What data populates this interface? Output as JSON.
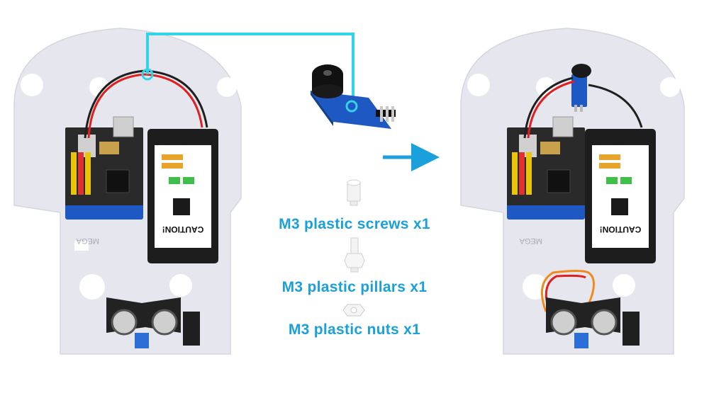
{
  "colors": {
    "accent": "#1aa0db",
    "connector_line": "#34d3e8",
    "chassis": "#e6e6ee",
    "board_blue": "#1e58c2",
    "board_dark": "#2a2a2a",
    "battery_box": "#1d1d1d",
    "wire_red": "#e02020",
    "wire_black": "#202020",
    "wire_orange": "#f08a1e"
  },
  "parts": {
    "screws": "M3 plastic screws x1",
    "pillars": "M3 plastic pillars x1",
    "nuts": "M3 plastic nuts x1"
  },
  "board_printing": {
    "caution": "CAUTION!",
    "mega": "MEGA"
  },
  "icons": {
    "arrow": "right-arrow-icon",
    "connection_marker": "ring-marker-icon"
  }
}
